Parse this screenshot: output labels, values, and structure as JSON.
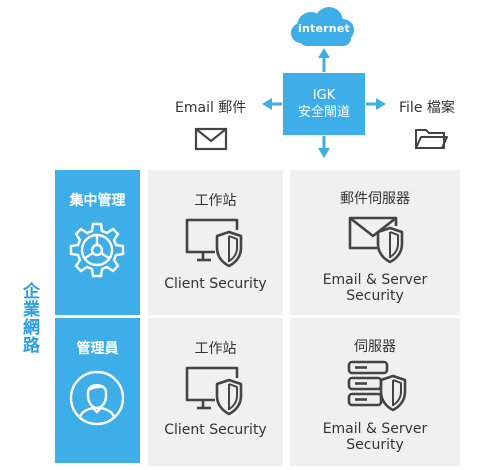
{
  "internet": {
    "label": "internet"
  },
  "gateway": {
    "line1": "IGK",
    "line2": "安全閘道"
  },
  "email": {
    "label": "Email 郵件"
  },
  "file": {
    "label": "File 檔案"
  },
  "enterprise": {
    "label": "企業網路"
  },
  "rows": [
    {
      "role": "集中管理",
      "cells": [
        {
          "title": "工作站",
          "caption_line1": "Client Security",
          "caption_line2": ""
        },
        {
          "title": "郵件伺服器",
          "caption_line1": "Email & Server",
          "caption_line2": "Security"
        }
      ]
    },
    {
      "role": "管理員",
      "cells": [
        {
          "title": "工作站",
          "caption_line1": "Client Security",
          "caption_line2": ""
        },
        {
          "title": "伺服器",
          "caption_line1": "Email & Server",
          "caption_line2": "Security"
        }
      ]
    }
  ],
  "colors": {
    "accent": "#3daee8",
    "panel": "#f0f0f0",
    "icon": "#444444"
  },
  "icons": {
    "internet": "cloud-icon",
    "email": "envelope-icon",
    "file": "folder-icon",
    "manage": "gear-icon",
    "admin": "user-icon",
    "workstation": "monitor-shield-icon",
    "mail_server": "mail-shield-icon",
    "server": "server-shield-icon"
  }
}
